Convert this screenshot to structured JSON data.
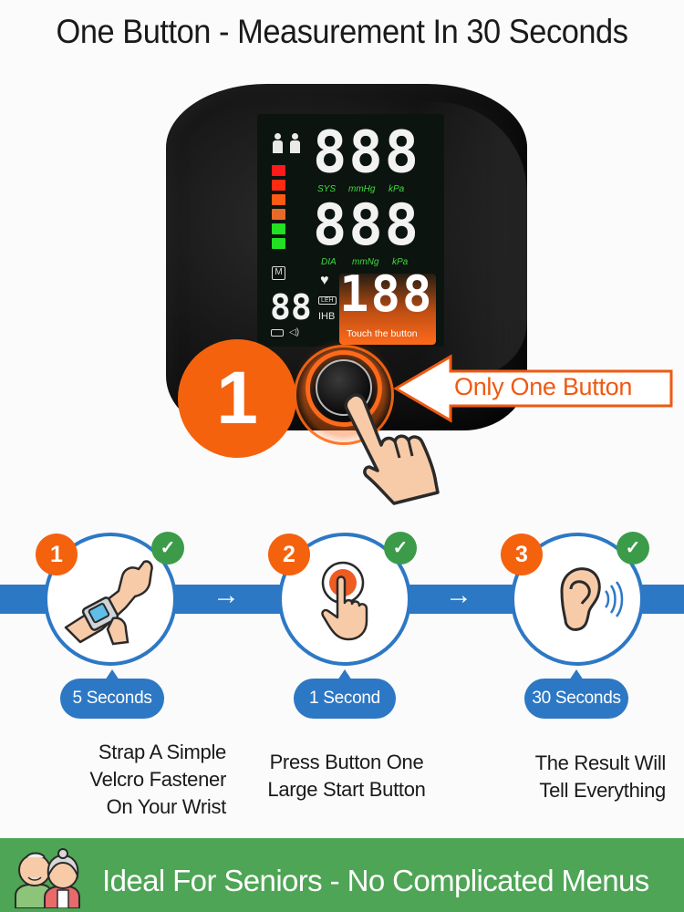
{
  "header": {
    "title": "One Button - Measurement In 30 Seconds"
  },
  "device": {
    "display": {
      "sys_digits": "888",
      "sys_label": "SYS",
      "sys_unit_1": "mmHg",
      "sys_unit_2": "kPa",
      "dia_digits": "888",
      "dia_label": "DIA",
      "dia_unit_1": "mmNg",
      "dia_unit_2": "kPa",
      "pulse_digits": "188",
      "memory_digits": "88",
      "memory_label": "M",
      "leh_label": "LEH",
      "ihb_label": "IHB",
      "heart_icon": "♥",
      "bar_colors": [
        "#ff1a1a",
        "#ff2a12",
        "#ff5a14",
        "#e86a2a",
        "#22e022",
        "#22e022"
      ]
    },
    "touch_label": "Touch the button",
    "step_number": "1",
    "callout": "Only One Button",
    "accent_color": "#f4620e"
  },
  "steps": [
    {
      "number": "1",
      "icon": "wrist-cuff-icon",
      "check": "✓",
      "duration": "5 Seconds",
      "description": [
        "Strap A Simple",
        "Velcro Fastener",
        "On Your Wrist"
      ]
    },
    {
      "number": "2",
      "icon": "press-button-icon",
      "check": "✓",
      "duration": "1 Second",
      "description": [
        "Press Button One",
        "Large Start Button"
      ]
    },
    {
      "number": "3",
      "icon": "ear-sound-icon",
      "check": "✓",
      "duration": "30 Seconds",
      "description": [
        "The Result Will",
        "Tell Everything"
      ]
    }
  ],
  "flow_arrow": "→",
  "colors": {
    "band_blue": "#2d78c5",
    "step_orange": "#f4620e",
    "check_green": "#3b9b49",
    "footer_green": "#4ea555"
  },
  "footer": {
    "text": "Ideal For Seniors - No Complicated Menus",
    "icon": "seniors-couple-icon"
  }
}
